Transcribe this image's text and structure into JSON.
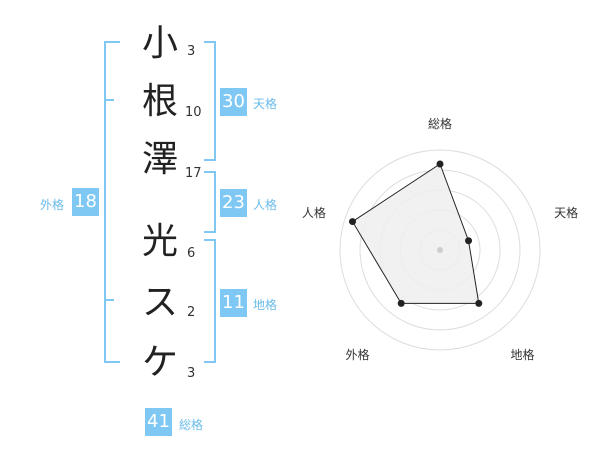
{
  "name_chars": [
    {
      "char": "小",
      "strokes": "3"
    },
    {
      "char": "根",
      "strokes": "10"
    },
    {
      "char": "澤",
      "strokes": "17"
    },
    {
      "char": "光",
      "strokes": "6"
    },
    {
      "char": "ス",
      "strokes": "2"
    },
    {
      "char": "ケ",
      "strokes": "3"
    }
  ],
  "fortunes": {
    "tenkaku": {
      "value": "30",
      "label": "天格"
    },
    "jinkaku": {
      "value": "23",
      "label": "人格"
    },
    "chikaku": {
      "value": "11",
      "label": "地格"
    },
    "gaikaku": {
      "value": "18",
      "label": "外格"
    },
    "soukaku": {
      "value": "41",
      "label": "総格"
    }
  },
  "colors": {
    "accent": "#7fc8f4",
    "radar_fill": "#efefef",
    "radar_line": "#222222"
  },
  "chart_data": {
    "type": "radar",
    "axes": [
      "総格",
      "天格",
      "地格",
      "外格",
      "人格"
    ],
    "values": [
      4.3,
      1.5,
      3.3,
      3.3,
      4.6
    ],
    "rmax": 5,
    "rings": 5
  }
}
